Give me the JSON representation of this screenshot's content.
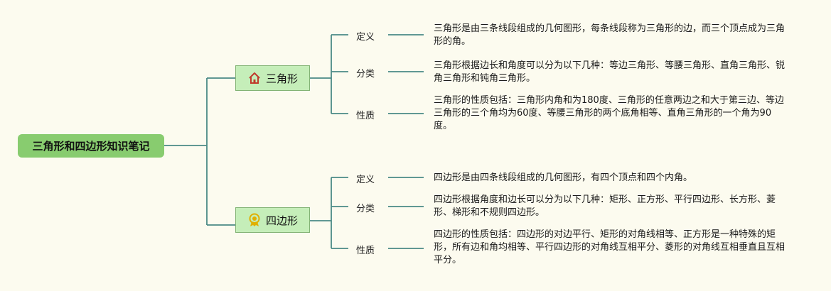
{
  "root": {
    "title": "三角形和四边形知识笔记"
  },
  "branches": [
    {
      "name": "三角形",
      "icon": "house-icon",
      "attributes": [
        {
          "label": "定义",
          "text": "三角形是由三条线段组成的几何图形，每条线段称为三角形的边，而三个顶点成为三角形的角。"
        },
        {
          "label": "分类",
          "text": "三角形根据边长和角度可以分为以下几种：等边三角形、等腰三角形、直角三角形、锐角三角形和钝角三角形。"
        },
        {
          "label": "性质",
          "text": "三角形的性质包括：三角形内角和为180度、三角形的任意两边之和大于第三边、等边三角形的三个角均为60度、等腰三角形的两个底角相等、直角三角形的一个角为90度。"
        }
      ]
    },
    {
      "name": "四边形",
      "icon": "award-badge-icon",
      "attributes": [
        {
          "label": "定义",
          "text": "四边形是由四条线段组成的几何图形，有四个顶点和四个内角。"
        },
        {
          "label": "分类",
          "text": "四边形根据角度和边长可以分为以下几种：矩形、正方形、平行四边形、长方形、菱形、梯形和不规则四边形。"
        },
        {
          "label": "性质",
          "text": "四边形的性质包括：四边形的对边平行、矩形的对角线相等、正方形是一种特殊的矩形，所有边和角均相等、平行四边形的对角线互相平分、菱形的对角线互相垂直且互相平分。"
        }
      ]
    }
  ],
  "colors": {
    "background": "#fcfbef",
    "root_fill": "#88cc6f",
    "branch_fill": "#c5eeb9",
    "branch_border": "#83b375",
    "connector": "#4a8a86",
    "house_icon": "#c0392b",
    "badge_icon": "#e0b000"
  }
}
